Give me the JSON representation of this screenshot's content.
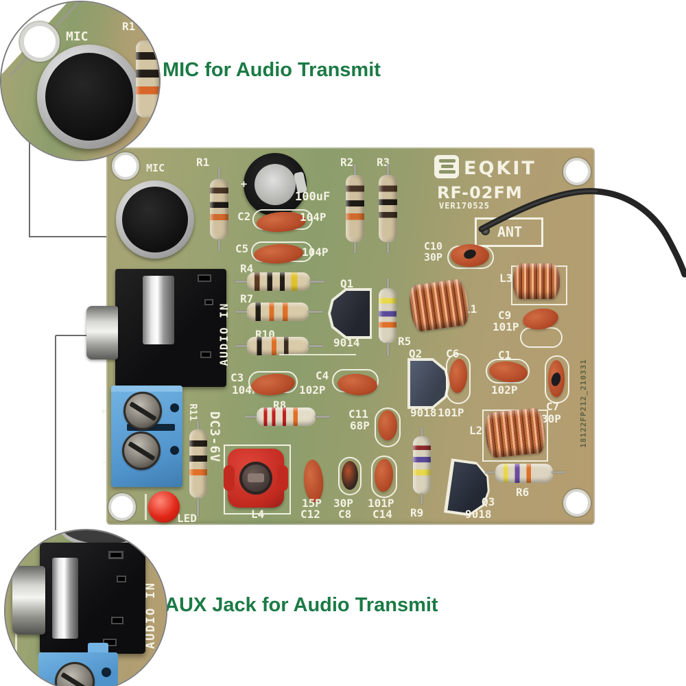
{
  "annotations": {
    "mic_label": "MIC for Audio Transmit",
    "aux_label": "AUX Jack for Audio Transmit",
    "label_color": "#1b7a45"
  },
  "board": {
    "brand": "EQKIT",
    "model": "RF-02FM",
    "version": "VER170525",
    "ant_label": "ANT",
    "serial": "18122FP212_210331",
    "power_label": "DC3-6V",
    "audio_in_label": "AUDIO IN",
    "mic_label": "MIC",
    "led_label": "LED",
    "plus": "+",
    "minus": "-",
    "ecap_value": "100uF",
    "pcb_color": "#9aa06e"
  },
  "mic_callout": {
    "mic_label": "MIC",
    "r1_label": "R1"
  },
  "aux_callout": {
    "audio_in_label": "AUDIO IN"
  },
  "components": {
    "r1": "R1",
    "r2": "R2",
    "r3": "R3",
    "r4": "R4",
    "r5": "R5",
    "r6": "R6",
    "r7": "R7",
    "r8": "R8",
    "r9": "R9",
    "r10": "R10",
    "r11": "R11",
    "q1": "Q1",
    "q1_part": "9014",
    "q2": "Q2",
    "q2_part": "9018",
    "q3": "Q3",
    "q3_part": "9018",
    "c1": "C1",
    "c1_value": "102P",
    "c2": "C2",
    "c2_value": "104P",
    "c3": "C3",
    "c3_value": "104P",
    "c4": "C4",
    "c4_value": "102P",
    "c5": "C5",
    "c5_value": "104P",
    "c6": "C6",
    "c6_value": "101P",
    "c7": "C7",
    "c7_value": "30P",
    "c8": "C8",
    "c8_value": "30P",
    "c9": "C9",
    "c9_value": "101P",
    "c10": "C10",
    "c10_value": "30P",
    "c11": "C11",
    "c11_value": "68P",
    "c12": "C12",
    "c12_value": "15P",
    "c14": "C14",
    "c14_value": "101P",
    "l1": "L1",
    "l2": "L2",
    "l3": "L3",
    "l4": "L4"
  }
}
